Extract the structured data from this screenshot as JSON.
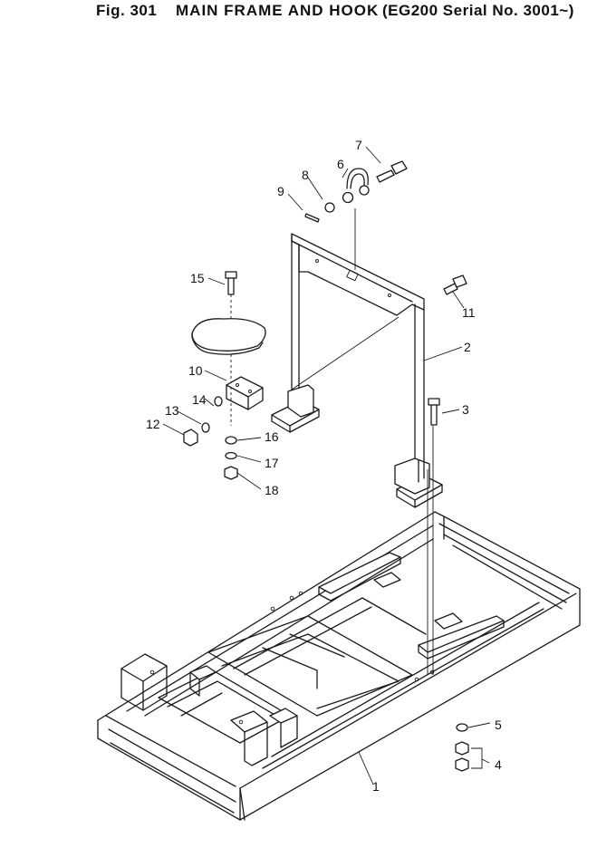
{
  "title": {
    "fig": "Fig. 301",
    "name": "MAIN FRAME AND HOOK",
    "serial": "(EG200 Serial No. 3001~)"
  },
  "callouts": {
    "c1": "1",
    "c2": "2",
    "c3": "3",
    "c4": "4",
    "c5": "5",
    "c6": "6",
    "c7": "7",
    "c8": "8",
    "c9": "9",
    "c10": "10",
    "c11": "11",
    "c12": "12",
    "c13": "13",
    "c14": "14",
    "c15": "15",
    "c16": "16",
    "c17": "17",
    "c18": "18"
  }
}
